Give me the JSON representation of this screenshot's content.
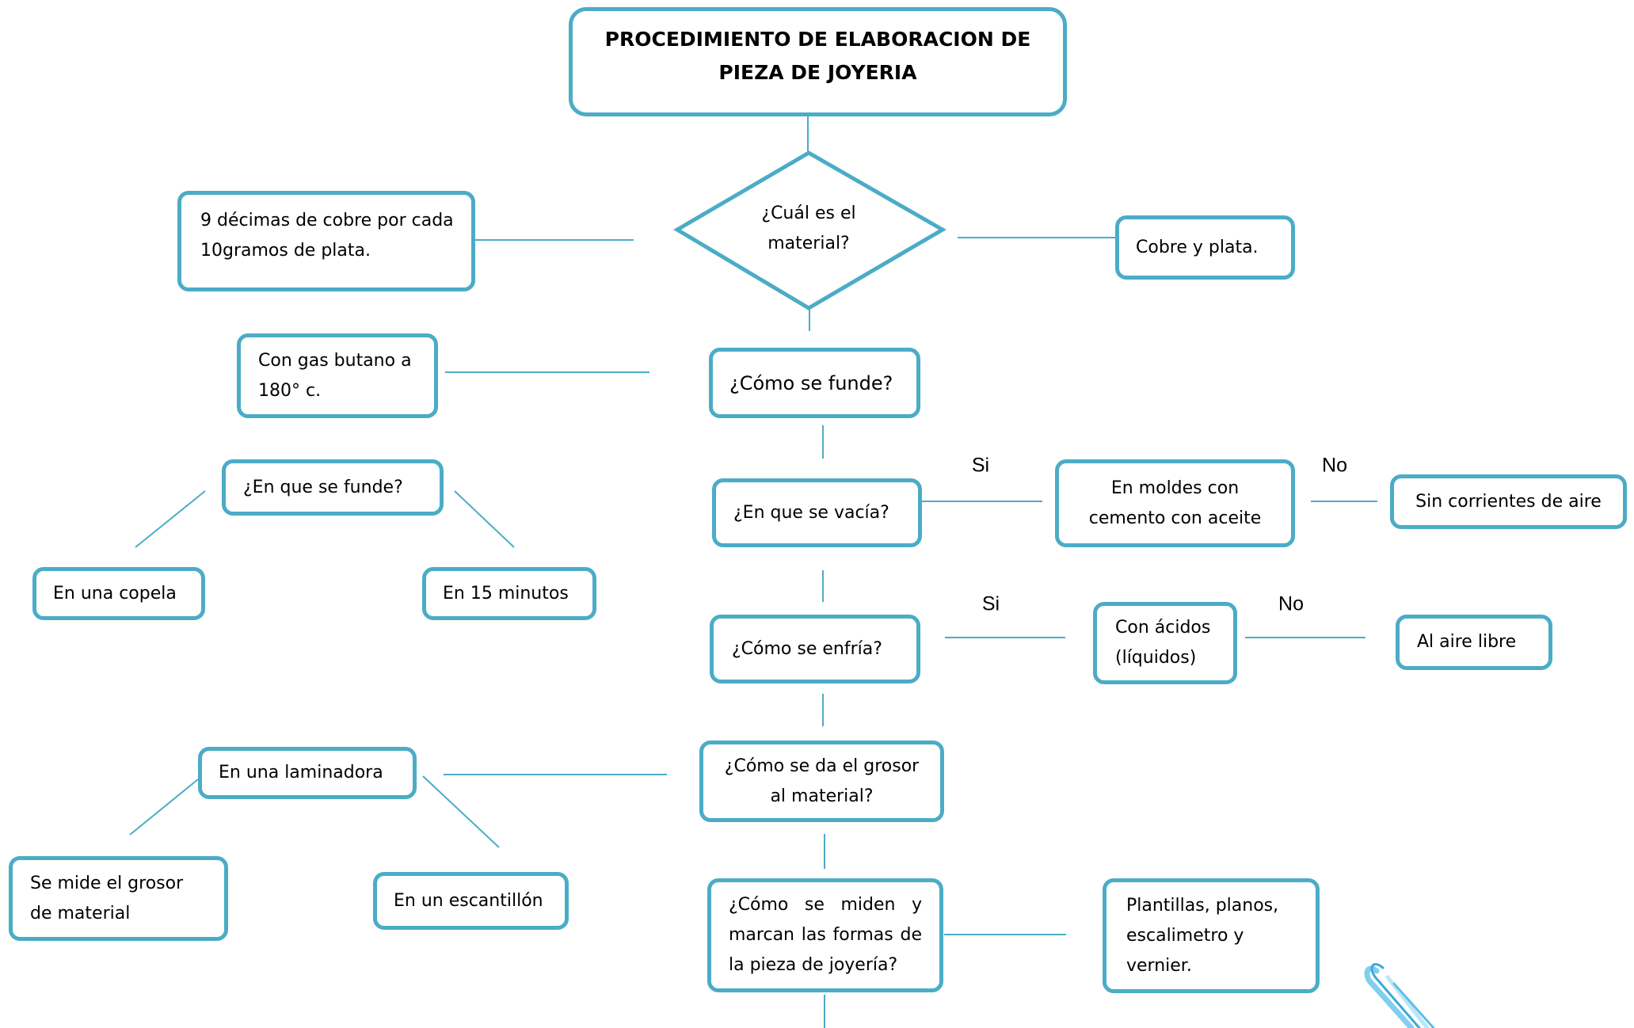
{
  "title": {
    "line1": "PROCEDIMIENTO DE ELABORACION DE",
    "line2": "PIEZA DE JOYERIA"
  },
  "material": {
    "question": {
      "line1": "¿Cuál es el",
      "line2": "material?"
    },
    "ratio": {
      "line1": "9 décimas de cobre por cada",
      "line2": "10gramos de plata."
    },
    "answer": "Cobre y plata."
  },
  "melting": {
    "question": "¿Cómo se funde?",
    "method": {
      "line1": "Con gas butano a",
      "line2": "180° c."
    },
    "container_question": "¿En que se funde?",
    "container": "En una copela",
    "time": "En 15 minutos"
  },
  "pouring": {
    "question": "¿En que se vacía?",
    "yes_label": "Si",
    "molds": {
      "line1": "En moldes con",
      "line2": "cemento con aceite"
    },
    "no_label": "No",
    "condition": "Sin corrientes de aire"
  },
  "cooling": {
    "question": "¿Cómo se enfría?",
    "yes_label": "Si",
    "acids": {
      "line1": "Con ácidos",
      "line2": "(líquidos)"
    },
    "no_label": "No",
    "air": "Al aire libre"
  },
  "thickness": {
    "question": {
      "line1": "¿Cómo se da el grosor",
      "line2": "al material?"
    },
    "rolling": "En una laminadora",
    "measure": {
      "line1": "Se mide el grosor",
      "line2": "de material"
    },
    "gauge": "En un escantillón"
  },
  "shapes": {
    "question": {
      "line1": "¿Cómo se miden y",
      "line2": "marcan las formas de",
      "line3": "la pieza de joyería?"
    },
    "tools": {
      "line1": "Plantillas, planos,",
      "line2": "escalimetro y",
      "line3": "vernier."
    }
  },
  "colors": {
    "accent": "#4bacc6",
    "text": "#000000",
    "background": "#ffffff"
  },
  "decorations": {
    "corner_icon": "paperclip-icon"
  }
}
